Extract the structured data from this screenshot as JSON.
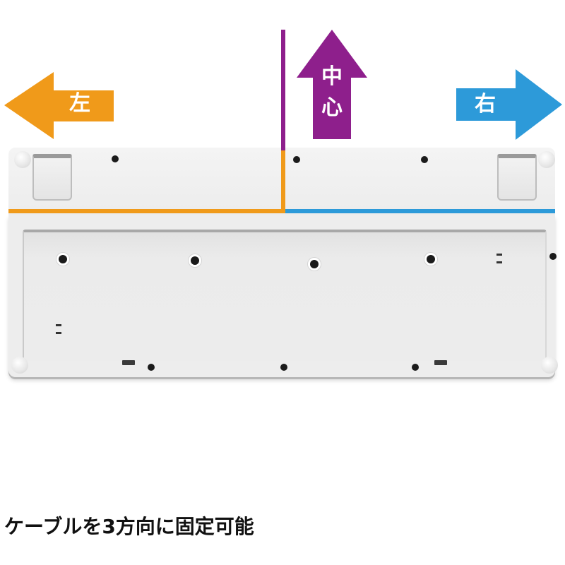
{
  "arrows": {
    "left": {
      "label": "左",
      "color": "#f09a1a",
      "direction": "left"
    },
    "center": {
      "label_line1": "中",
      "label_line2": "心",
      "color": "#8e1f8c",
      "direction": "up"
    },
    "right": {
      "label": "右",
      "color": "#2d9ad9",
      "direction": "right"
    }
  },
  "cable_routes": {
    "left_color": "#f09a1a",
    "center_color": "#8e1f8c",
    "right_color": "#2d9ad9"
  },
  "product": {
    "subject": "keyboard-underside",
    "body_color": "#ededed"
  },
  "caption": {
    "text": "ケーブルを3方向に固定可能"
  }
}
